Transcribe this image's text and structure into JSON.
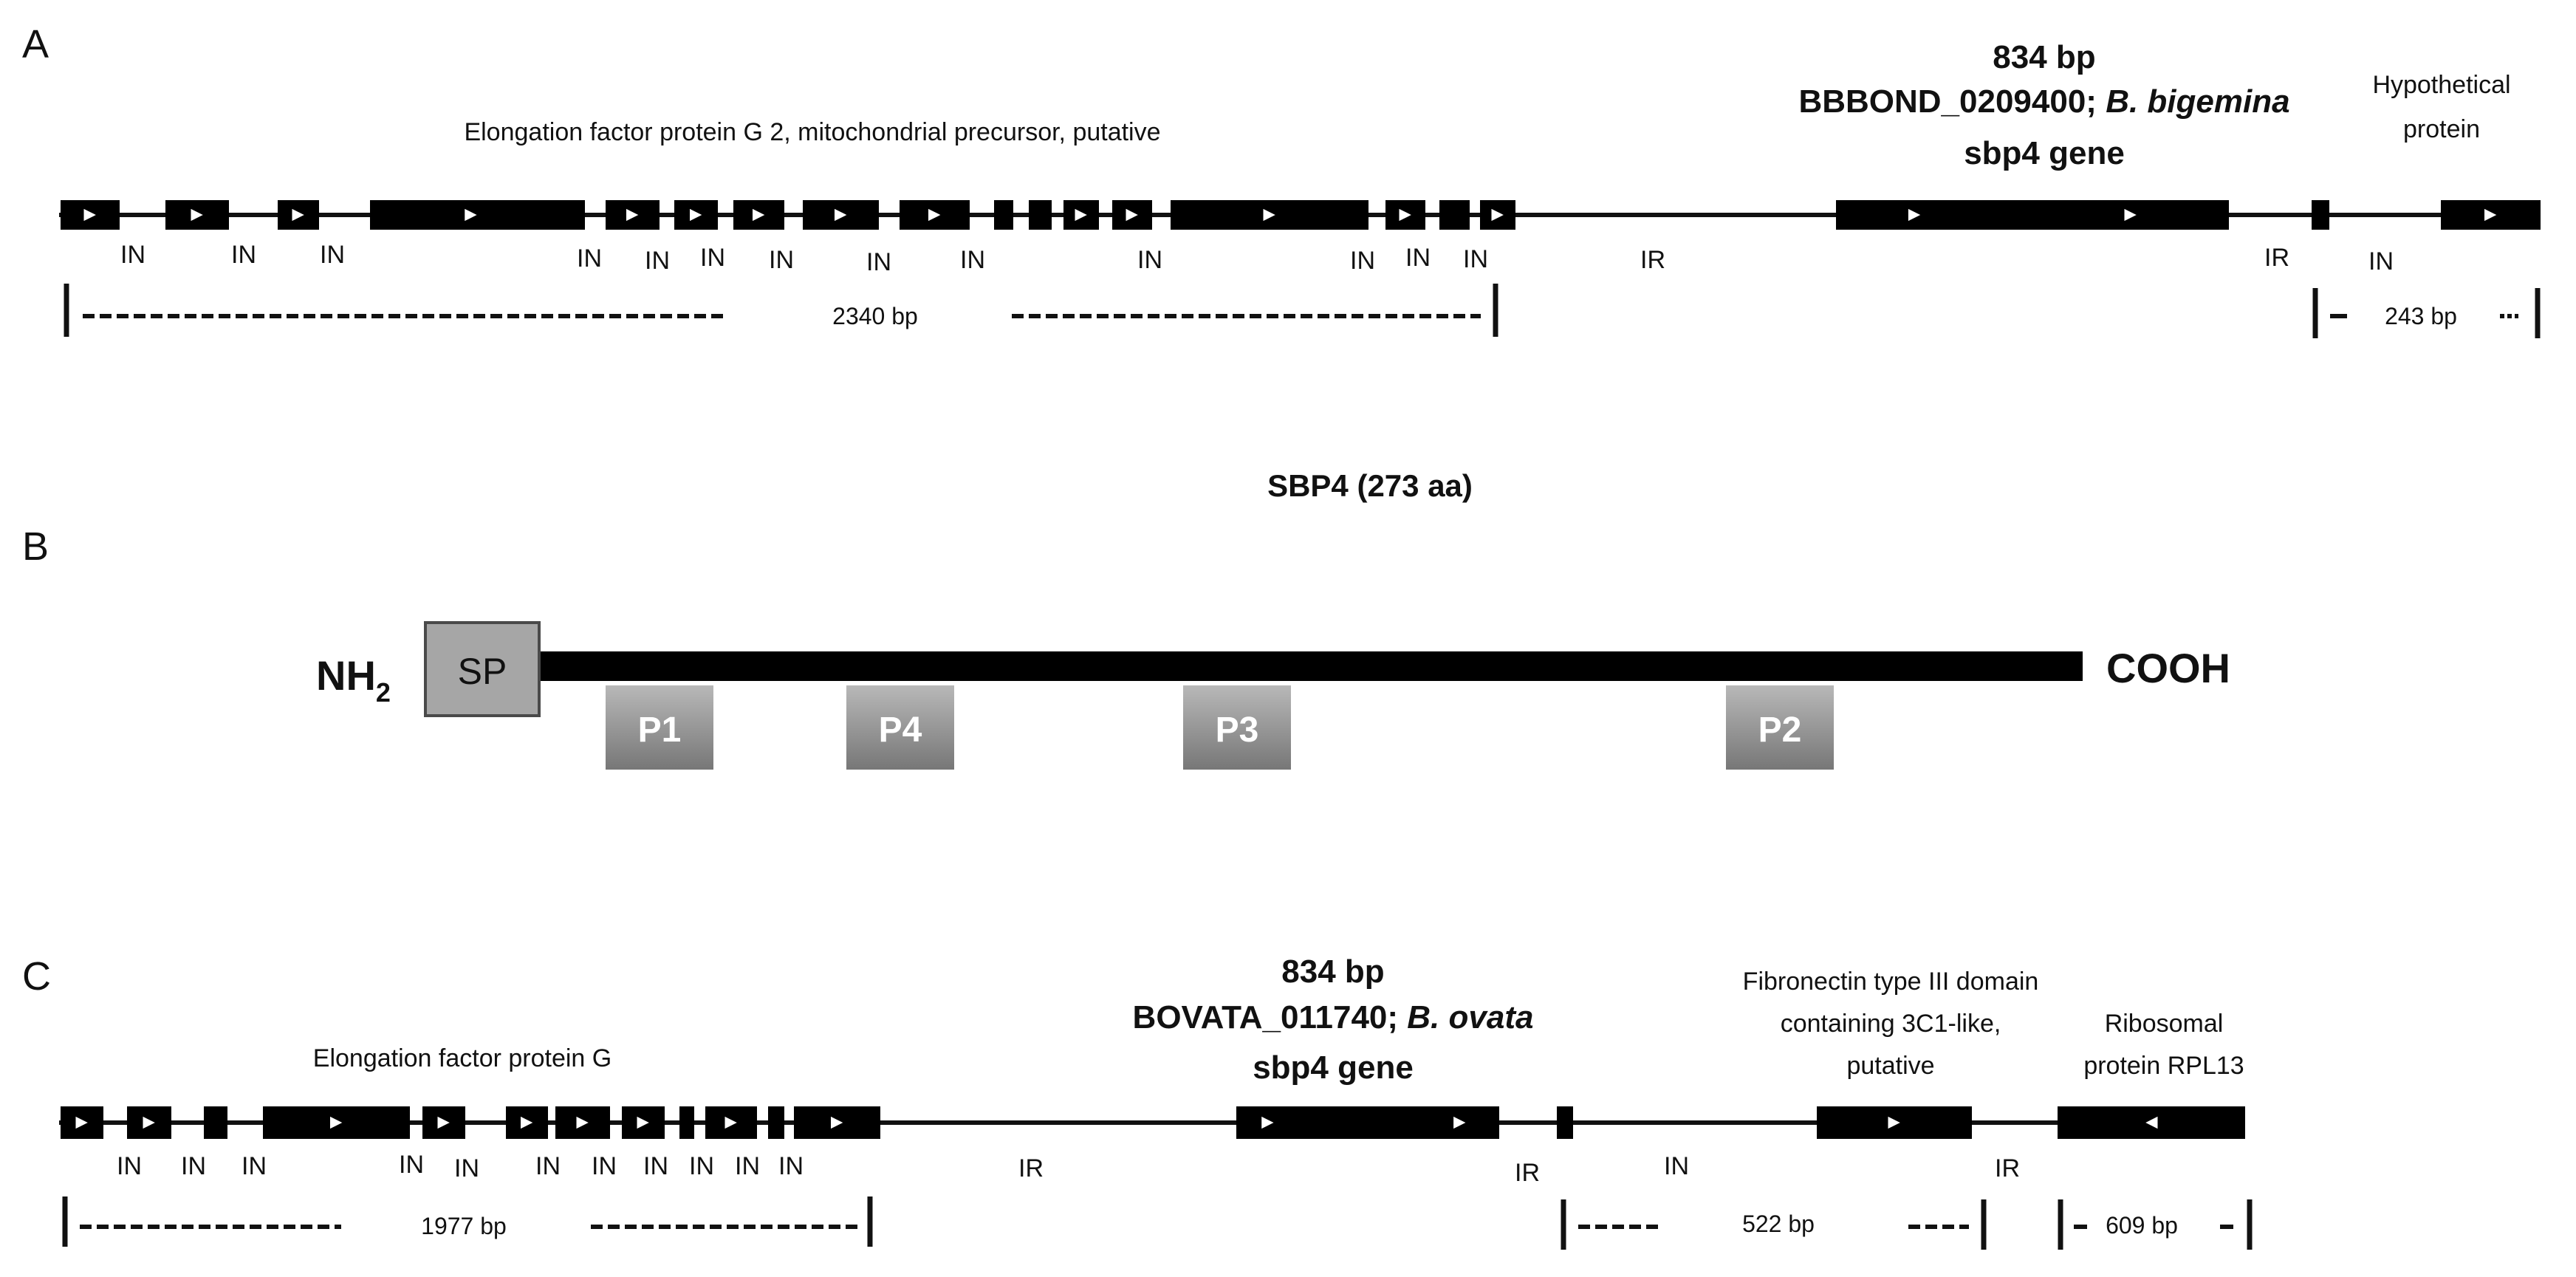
{
  "panel_a": {
    "letter": "A",
    "ef_label": "Elongation factor protein G 2, mitochondrial precursor, putative",
    "gene_size": "834 bp",
    "gene_id": "BBBOND_0209400; ",
    "gene_species": "B. bigemina",
    "gene_name": "sbp4 gene",
    "hyp_line1": "Hypothetical",
    "hyp_line2": "protein",
    "in_label": "IN",
    "ir_label": "IR",
    "bracket_left_label": "2340 bp",
    "bracket_right_label": "243 bp"
  },
  "panel_b": {
    "letter": "B",
    "title": "SBP4 (273 aa)",
    "nh2": "NH",
    "nh2_sub": "2",
    "sp": "SP",
    "cooh": "COOH",
    "peptides": [
      "P1",
      "P4",
      "P3",
      "P2"
    ]
  },
  "panel_c": {
    "letter": "C",
    "ef_label": "Elongation factor protein G",
    "gene_size": "834 bp",
    "gene_id": "BOVATA_011740; ",
    "gene_species": "B. ovata",
    "gene_name": "sbp4 gene",
    "fn_line1": "Fibronectin type III domain",
    "fn_line2": "containing 3C1-like,",
    "fn_line3": "putative",
    "rpl_line1": "Ribosomal",
    "rpl_line2": "protein RPL13",
    "in_label": "IN",
    "ir_label": "IR",
    "bracket_left_label": "1977 bp",
    "bracket_mid_label": "522 bp",
    "bracket_right_label": "609 bp"
  }
}
